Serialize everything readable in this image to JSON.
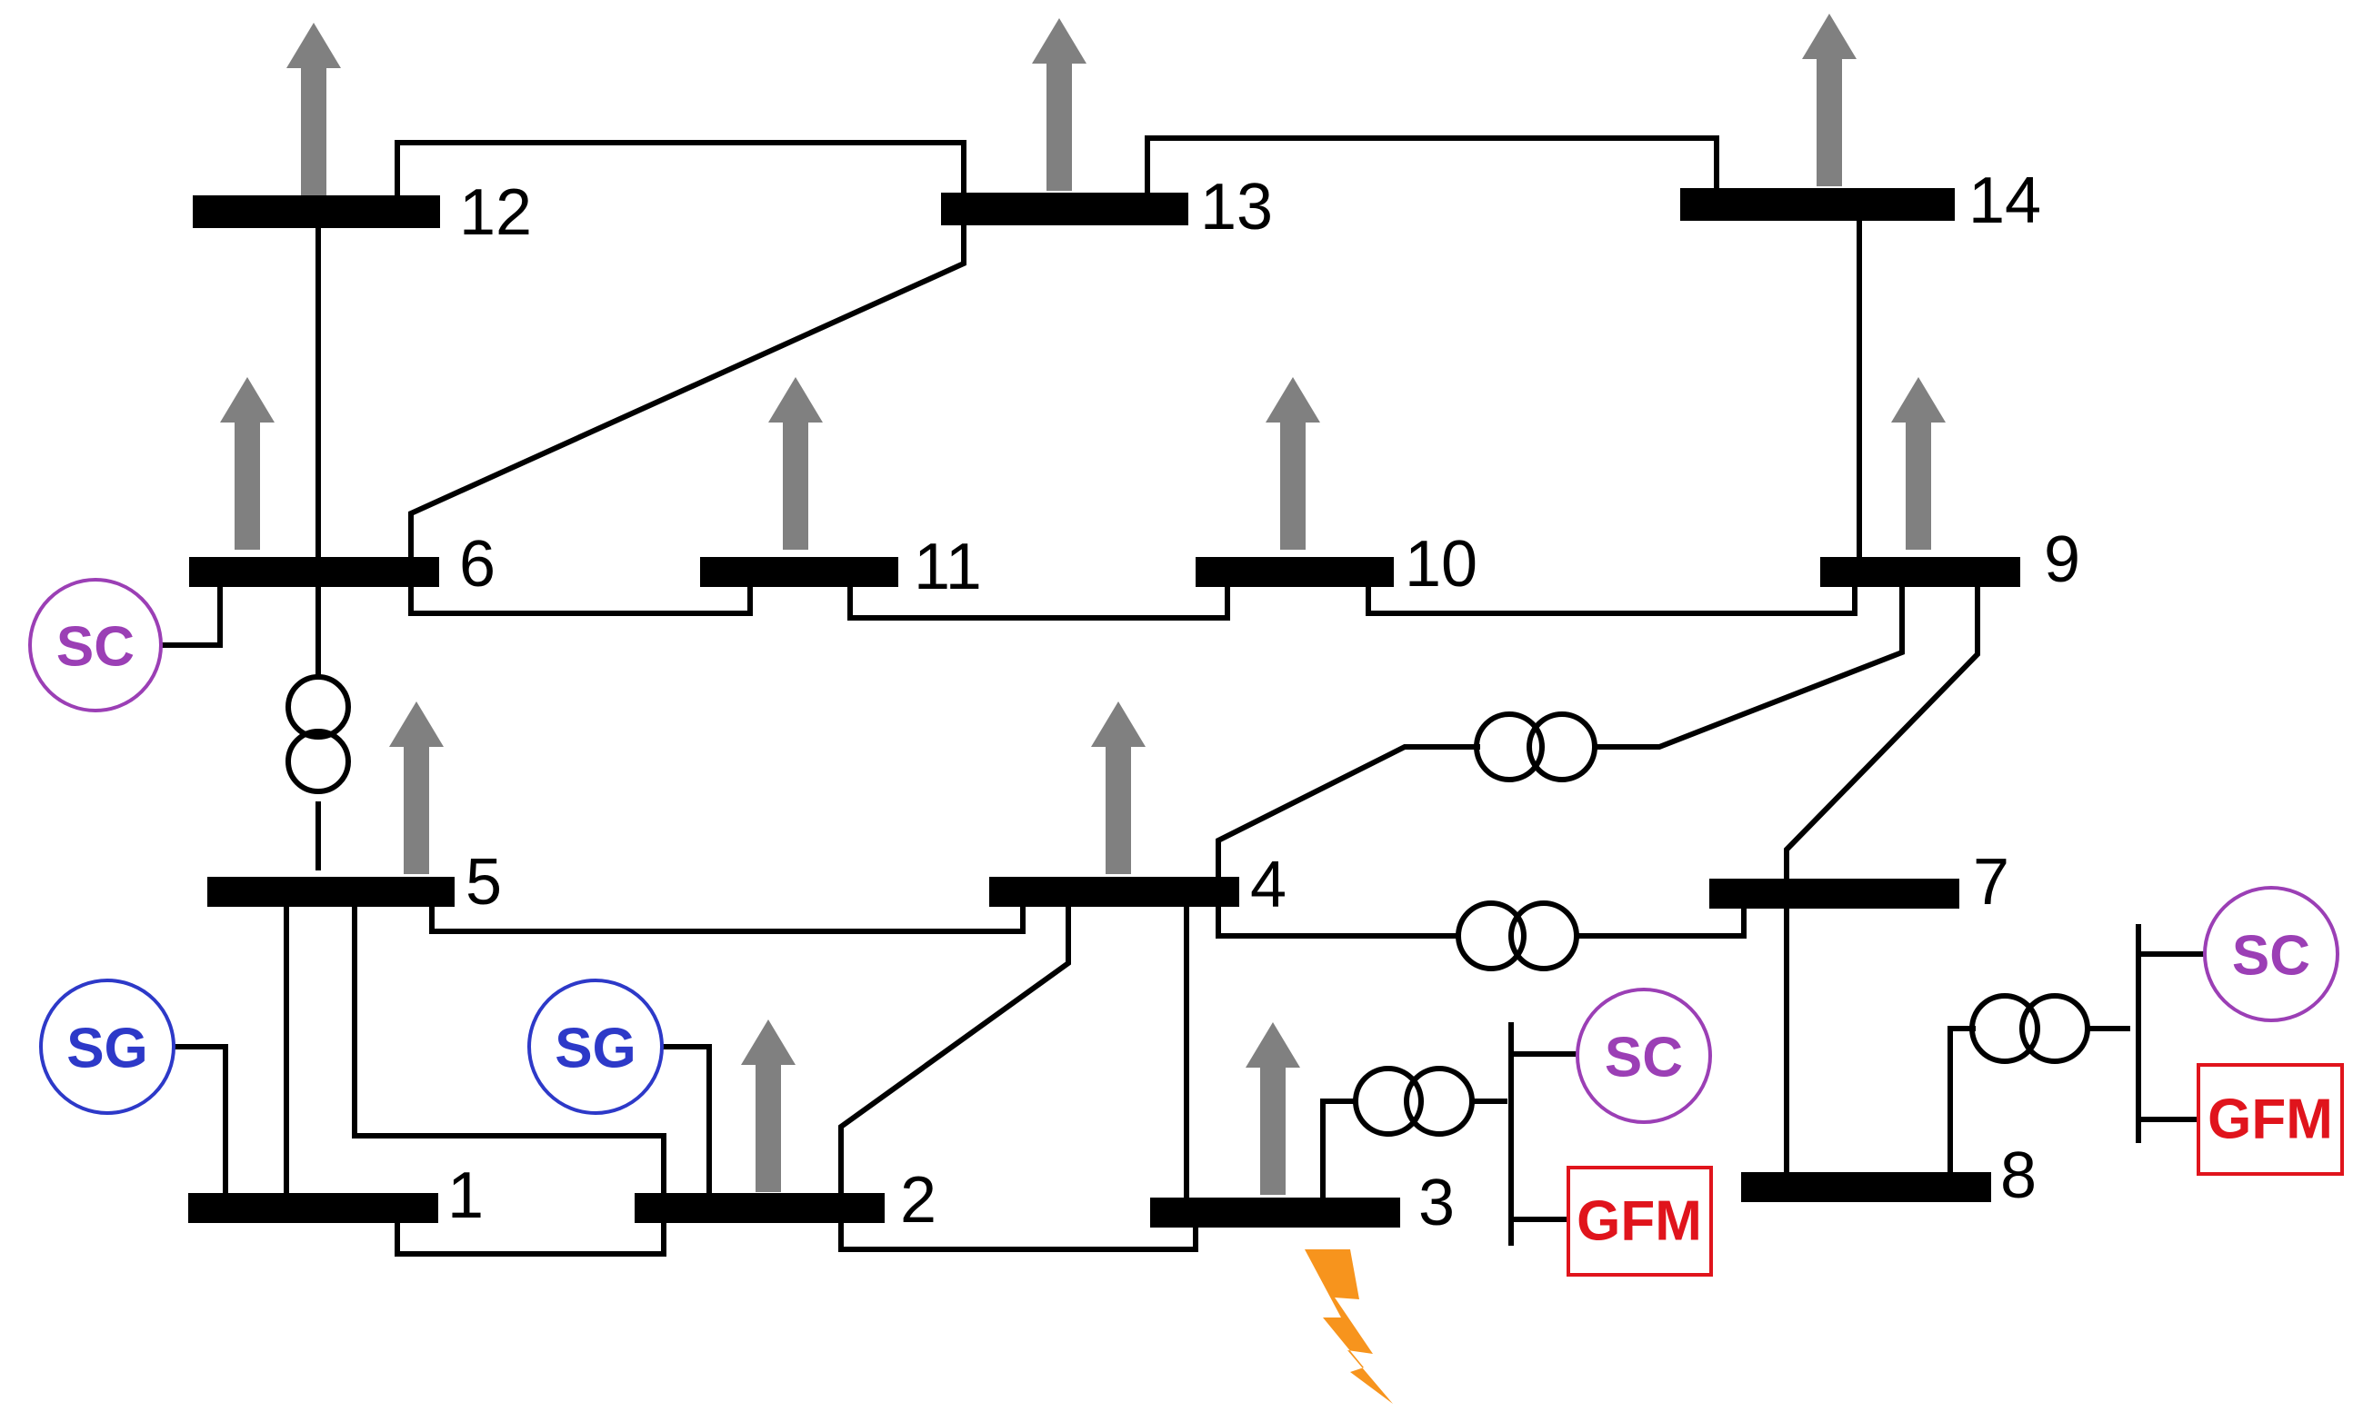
{
  "diagram": {
    "buses": {
      "b1": "1",
      "b2": "2",
      "b3": "3",
      "b4": "4",
      "b5": "5",
      "b6": "6",
      "b7": "7",
      "b8": "8",
      "b9": "9",
      "b10": "10",
      "b11": "11",
      "b12": "12",
      "b13": "13",
      "b14": "14"
    },
    "devices": {
      "sc": "SC",
      "sg": "SG",
      "gfm": "GFM"
    },
    "colors": {
      "sc": "#9b3fb5",
      "sg": "#2d39c8",
      "gfm": "#e0141c",
      "load_arrow": "#808080",
      "fault": "#f7941d"
    }
  }
}
